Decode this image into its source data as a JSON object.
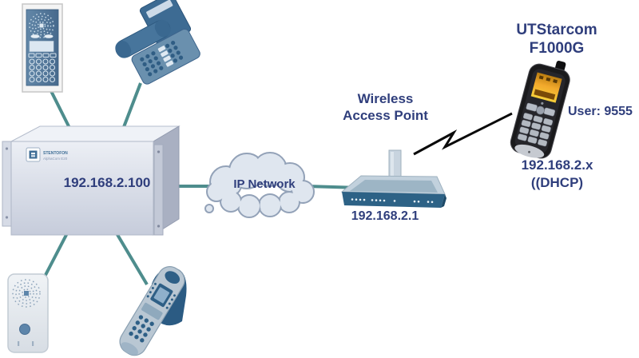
{
  "diagram": {
    "pbx": {
      "name": "ip-pbx-exchange",
      "ip": "192.168.2.100",
      "logo_brand": "STENTOFON",
      "logo_model": "AlphaCom E20"
    },
    "cloud": {
      "label": "IP Network"
    },
    "access_point": {
      "title_line1": "Wireless",
      "title_line2": "Access Point",
      "ip": "192.168.2.1"
    },
    "wifi_handset": {
      "brand": "UTStarcom",
      "model": "F1000G",
      "user": "User: 9555",
      "ip": "192.168.2.x",
      "dhcp": "((DHCP)"
    },
    "devices": [
      {
        "name": "door-intercom-station"
      },
      {
        "name": "desk-phone"
      },
      {
        "name": "ip-pbx-exchange"
      },
      {
        "name": "ip-network-cloud"
      },
      {
        "name": "wireless-access-point"
      },
      {
        "name": "wifi-handset"
      },
      {
        "name": "wall-speaker-intercom"
      },
      {
        "name": "cordless-phone"
      }
    ],
    "colors": {
      "connector": "#4e8d8d",
      "label_text": "#2f3e7c",
      "device_blue": "#3f6e96",
      "cloud_fill": "#dfe6ef",
      "screen_orange": "#f2a92c"
    }
  }
}
